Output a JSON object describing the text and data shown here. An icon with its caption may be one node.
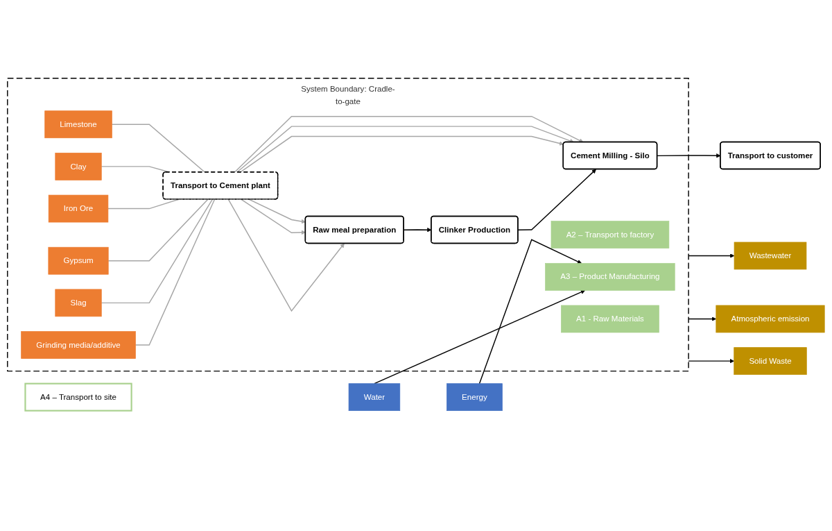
{
  "diagram": {
    "nodes": [
      {
        "text": [
          "Energy"
        ]
      },
      {
        "text": [
          "Water"
        ]
      },
      {
        "text": [
          "System Boundary: Cradle-to-gate"
        ]
      },
      {
        "text": [
          "A1 - Raw Materials"
        ],
        "in": 2
      },
      {
        "text": [
          "A2 – Transport to factory"
        ],
        "in": 2
      },
      {
        "text": [
          "A3 – Product Manufacturing"
        ],
        "in": 2
      },
      {
        "text": [
          "A4 – Transport to site"
        ]
      },
      {
        "text": [
          "Limestone"
        ],
        "in": 2
      },
      {
        "text": [
          "Clay"
        ],
        "in": 2
      },
      {
        "text": [
          "Iron Ore"
        ],
        "in": 2
      },
      {
        "text": [
          "Gypsum"
        ],
        "in": 2
      },
      {
        "text": [
          "Slag"
        ],
        "in": 2
      },
      {
        "text": [
          "Grinding media/additive"
        ],
        "in": 2
      },
      {
        "text": [
          "Transport to Cement plant"
        ],
        "in": 2
      },
      {
        "text": [
          "Raw meal preparation"
        ],
        "in": 2
      },
      {
        "text": [
          "Clinker Production"
        ],
        "in": 2
      },
      {
        "text": [
          "Cement Milling - Silo"
        ],
        "in": 2
      },
      {
        "text": [
          "Transport to customer"
        ]
      },
      {
        "text": [
          "Wastewater"
        ]
      },
      {
        "text": [
          "Atmospheric emission"
        ]
      },
      {
        "text": [
          "Solid Waste"
        ]
      }
    ],
    "edges": [
      {
        "from": 0,
        "to": 5,
        "arrow": "to",
        "color": "#000000"
      },
      {
        "from": 1,
        "to": 5,
        "arrow": "to",
        "color": "#000000"
      },
      {
        "from": 7,
        "to": 13,
        "arrow": "none"
      },
      {
        "from": 8,
        "to": 13,
        "arrow": "none"
      },
      {
        "from": 9,
        "to": 13,
        "arrow": "none"
      },
      {
        "from": 10,
        "to": 13,
        "arrow": "none"
      },
      {
        "from": 11,
        "to": 13,
        "arrow": "none"
      },
      {
        "from": 12,
        "to": 13,
        "arrow": "none"
      },
      {
        "from": 13,
        "to": 14,
        "arrow": "to"
      },
      {
        "from": 13,
        "to": 14,
        "arrow": "to"
      },
      {
        "from": 13,
        "to": 14,
        "arrow": "to"
      },
      {
        "from": 13,
        "to": 16,
        "arrow": "to"
      },
      {
        "from": 13,
        "to": 16,
        "arrow": "to"
      },
      {
        "from": 13,
        "to": 16,
        "arrow": "to"
      },
      {
        "from": 14,
        "to": 15,
        "arrow": "to",
        "color": "#000000"
      },
      {
        "from": 15,
        "to": 16,
        "arrow": "to",
        "color": "#000000"
      },
      {
        "from": 16,
        "to": 17,
        "arrow": "to",
        "color": "#000000"
      },
      {
        "from": 2,
        "to": 18,
        "arrow": "to",
        "color": "#000000"
      },
      {
        "from": 2,
        "to": 19,
        "arrow": "to",
        "color": "#000000"
      },
      {
        "from": 2,
        "to": 20,
        "arrow": "to",
        "color": "#000000"
      }
    ]
  }
}
